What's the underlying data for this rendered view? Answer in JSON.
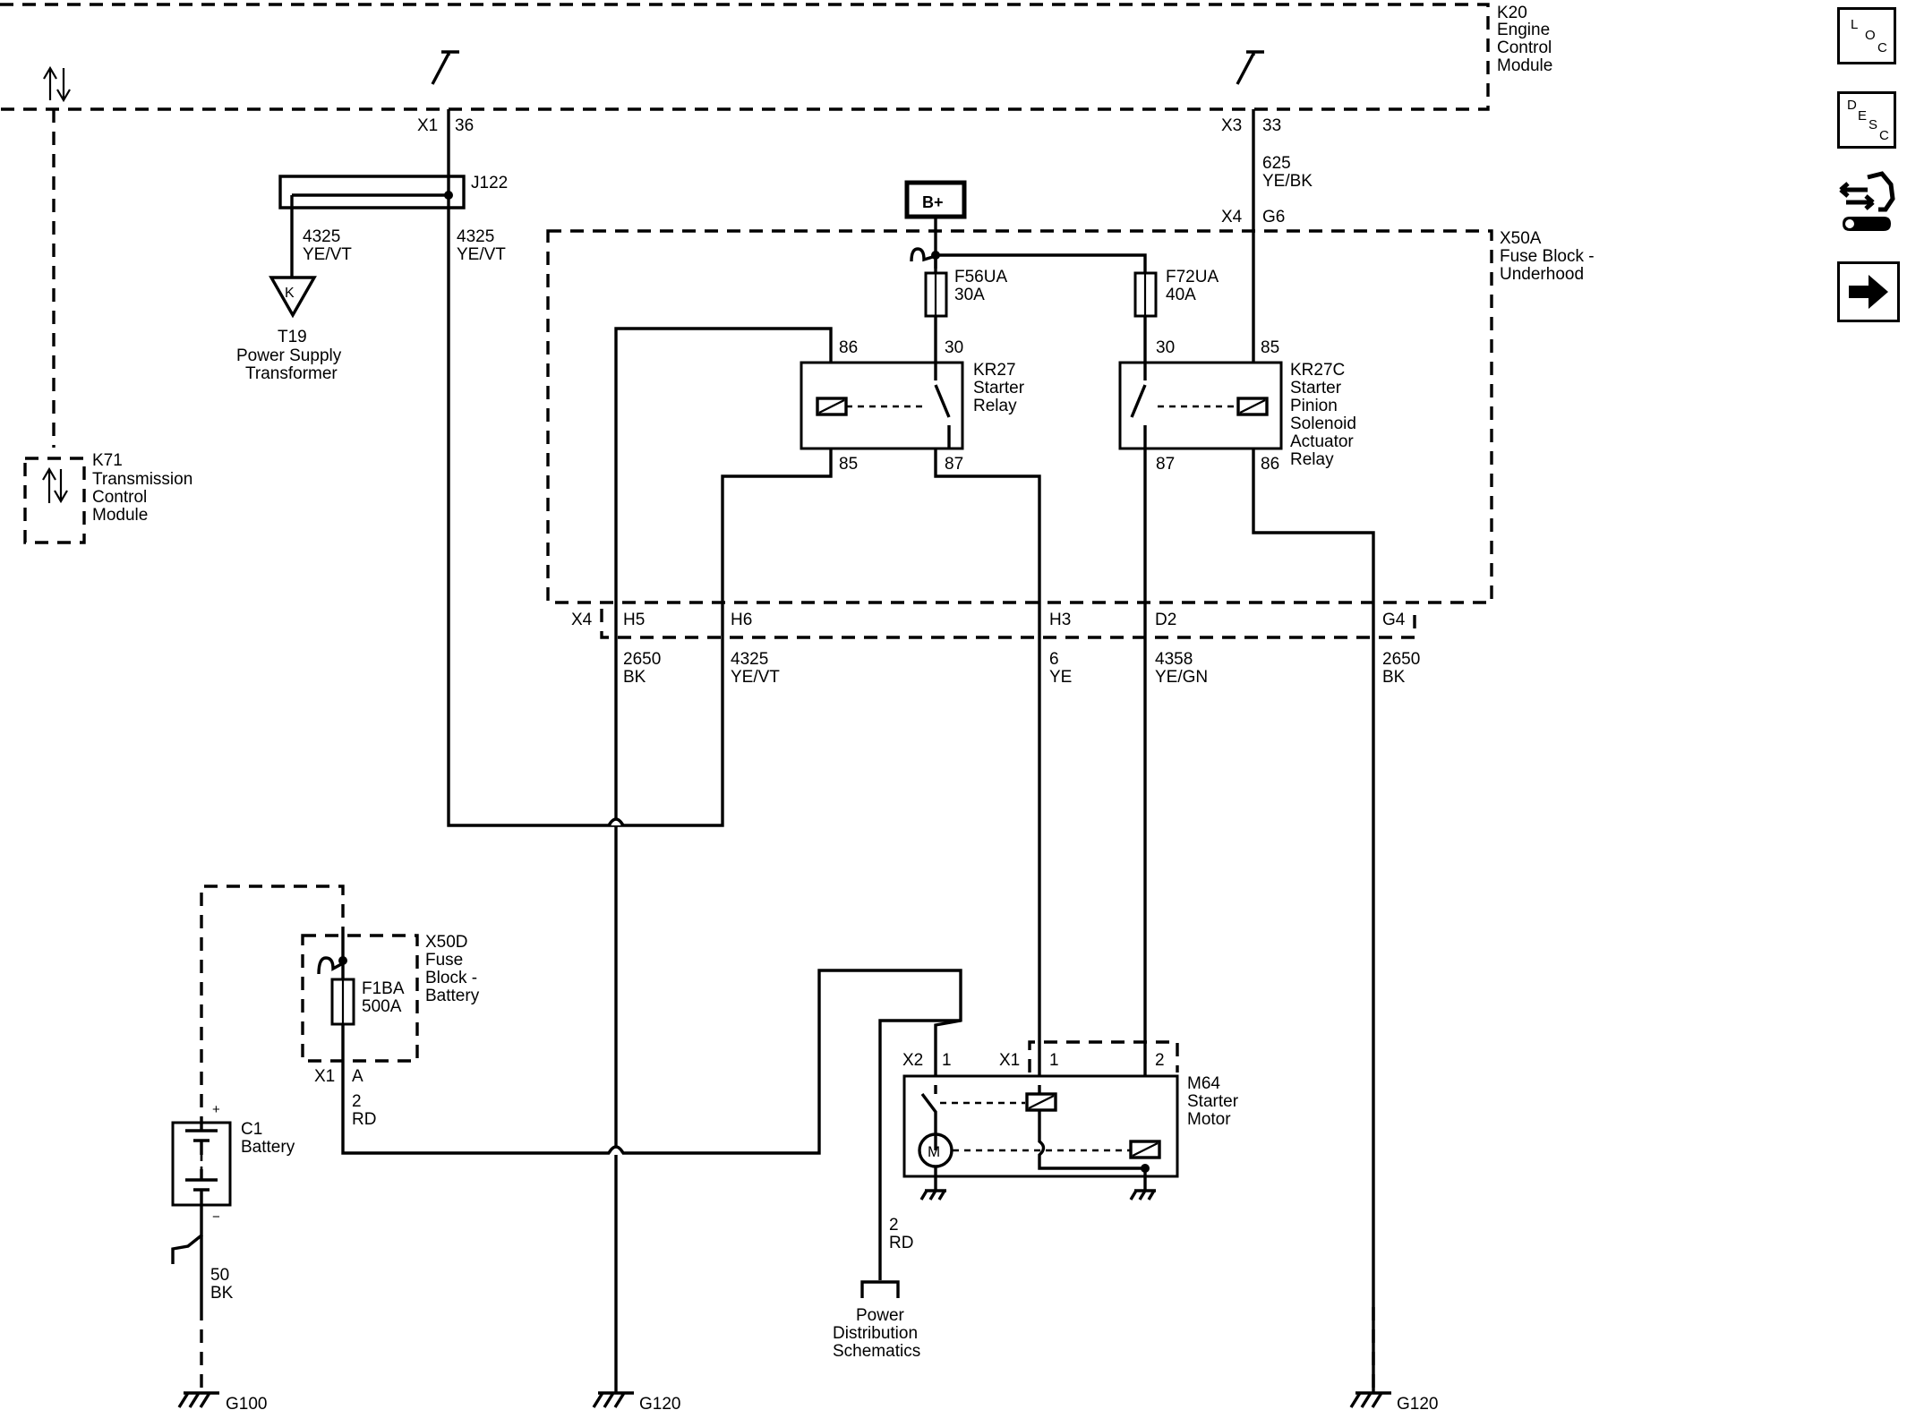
{
  "modules": {
    "k20": {
      "id": "K20",
      "lines": [
        "Engine",
        "Control",
        "Module"
      ]
    },
    "k71": {
      "id": "K71",
      "lines": [
        "Transmission",
        "Control",
        "Module"
      ]
    },
    "x50a": {
      "id": "X50A",
      "lines": [
        "Fuse Block -",
        "Underhood"
      ]
    },
    "x50d": {
      "id": "X50D",
      "lines": [
        "Fuse",
        "Block -",
        "Battery"
      ]
    },
    "t19": {
      "id": "T19",
      "lines": [
        "Power Supply",
        "Transformer"
      ],
      "symbol": "K"
    },
    "kr27": {
      "id": "KR27",
      "lines": [
        "Starter",
        "Relay"
      ]
    },
    "kr27c": {
      "id": "KR27C",
      "lines": [
        "Starter",
        "Pinion",
        "Solenoid",
        "Actuator",
        "Relay"
      ]
    },
    "m64": {
      "id": "M64",
      "lines": [
        "Starter",
        "Motor"
      ],
      "symbol": "M"
    },
    "c1": {
      "id": "C1",
      "lines": [
        "Battery"
      ],
      "plus": "+",
      "minus": "−"
    },
    "j122": {
      "id": "J122"
    },
    "bplus": {
      "label": "B+"
    },
    "power_dist": {
      "lines": [
        "Power",
        "Distribution",
        "Schematics"
      ]
    }
  },
  "fuses": {
    "f56ua": {
      "id": "F56UA",
      "rating": "30A"
    },
    "f72ua": {
      "id": "F72UA",
      "rating": "40A"
    },
    "f1ba": {
      "id": "F1BA",
      "rating": "500A"
    }
  },
  "connectors": {
    "x1": "X1",
    "x2": "X2",
    "x3": "X3",
    "x4": "X4",
    "p36": "36",
    "p33": "33",
    "g6": "G6",
    "h5": "H5",
    "h6": "H6",
    "h3": "H3",
    "d2": "D2",
    "g4": "G4",
    "a": "A",
    "m1a": "1",
    "m1b": "1",
    "m2": "2"
  },
  "relay_pins": {
    "kr27": {
      "p86": "86",
      "p30": "30",
      "p85": "85",
      "p87": "87"
    },
    "kr27c": {
      "p30": "30",
      "p85": "85",
      "p87": "87",
      "p86": "86"
    }
  },
  "wires": {
    "w625": {
      "circuit": "625",
      "color": "YE/BK"
    },
    "w4325_t19": {
      "circuit": "4325",
      "color": "YE/VT"
    },
    "w4325_ecm": {
      "circuit": "4325",
      "color": "YE/VT"
    },
    "w2650_h5": {
      "circuit": "2650",
      "color": "BK"
    },
    "w4325_h6": {
      "circuit": "4325",
      "color": "YE/VT"
    },
    "w6": {
      "circuit": "6",
      "color": "YE"
    },
    "w4358": {
      "circuit": "4358",
      "color": "YE/GN"
    },
    "w2650_g4": {
      "circuit": "2650",
      "color": "BK"
    },
    "w2_batt": {
      "circuit": "2",
      "color": "RD"
    },
    "w2_dist": {
      "circuit": "2",
      "color": "RD"
    },
    "w50": {
      "circuit": "50",
      "color": "BK"
    }
  },
  "grounds": {
    "g100": "G100",
    "g120a": "G120",
    "g120b": "G120"
  },
  "nav": [
    {
      "name": "location",
      "letters": [
        "L",
        "O",
        "C"
      ]
    },
    {
      "name": "description",
      "letters": [
        "D",
        "E",
        "S",
        "C"
      ]
    },
    {
      "name": "diagnostics-icon"
    },
    {
      "name": "next-arrow-icon"
    }
  ]
}
